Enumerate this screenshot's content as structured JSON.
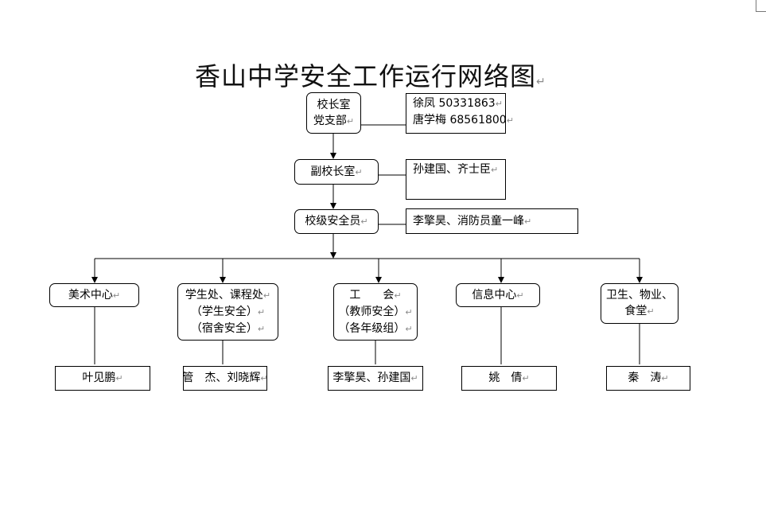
{
  "title": "香山中学安全工作运行网络图",
  "edit_mark": "↵",
  "principal": {
    "line1": "校长室",
    "line2": "党支部",
    "contacts": [
      "徐凤 50331863",
      "唐学梅 68561800"
    ]
  },
  "vice_principal": {
    "label": "副校长室",
    "contacts": "孙建国、齐士臣"
  },
  "safety_officer": {
    "label": "校级安全员",
    "contacts": "李擎昊、消防员童一峰"
  },
  "departments": [
    {
      "lines": [
        "美术中心"
      ],
      "person": "叶见鹏"
    },
    {
      "lines": [
        "学生处、课程处",
        "（学生安全）",
        "（宿舍安全）"
      ],
      "person": "管　杰、刘晓辉"
    },
    {
      "lines": [
        "工　　会",
        "（教师安全）",
        "（各年级组）"
      ],
      "person": "李擎昊、孙建国"
    },
    {
      "lines": [
        "信息中心"
      ],
      "person": "姚　倩"
    },
    {
      "lines": [
        "卫生、物业、",
        "食堂"
      ],
      "person": "秦　涛"
    }
  ]
}
